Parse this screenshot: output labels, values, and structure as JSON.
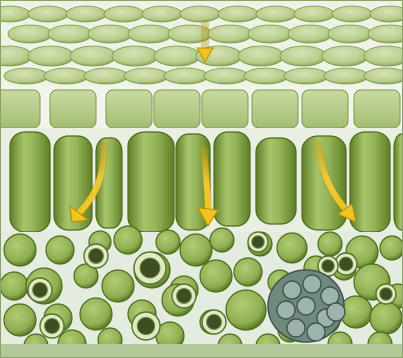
{
  "figure": {
    "palette": {
      "background": "#ffffff",
      "cell_wall": "#eef3ea",
      "cuticle_light": "#c8d8a6",
      "epidermis_cell": "#b7cc8b",
      "epidermis_shadow": "#6f8b3f",
      "palisade_cell": "#95b457",
      "palisade_dark": "#5f7f27",
      "spongy_cell": "#8eae51",
      "spongy_dark": "#4f6d1d",
      "stoma_ring": "#dfeac4",
      "vein": "#5f7b6f",
      "vein_dark": "#3e5650",
      "arrow": "#f0c321",
      "arrow_edge": "#b98f0c"
    },
    "arrows": [
      {
        "direction": "down"
      },
      {
        "direction": "down-left"
      },
      {
        "direction": "down"
      },
      {
        "direction": "down-right"
      }
    ]
  }
}
